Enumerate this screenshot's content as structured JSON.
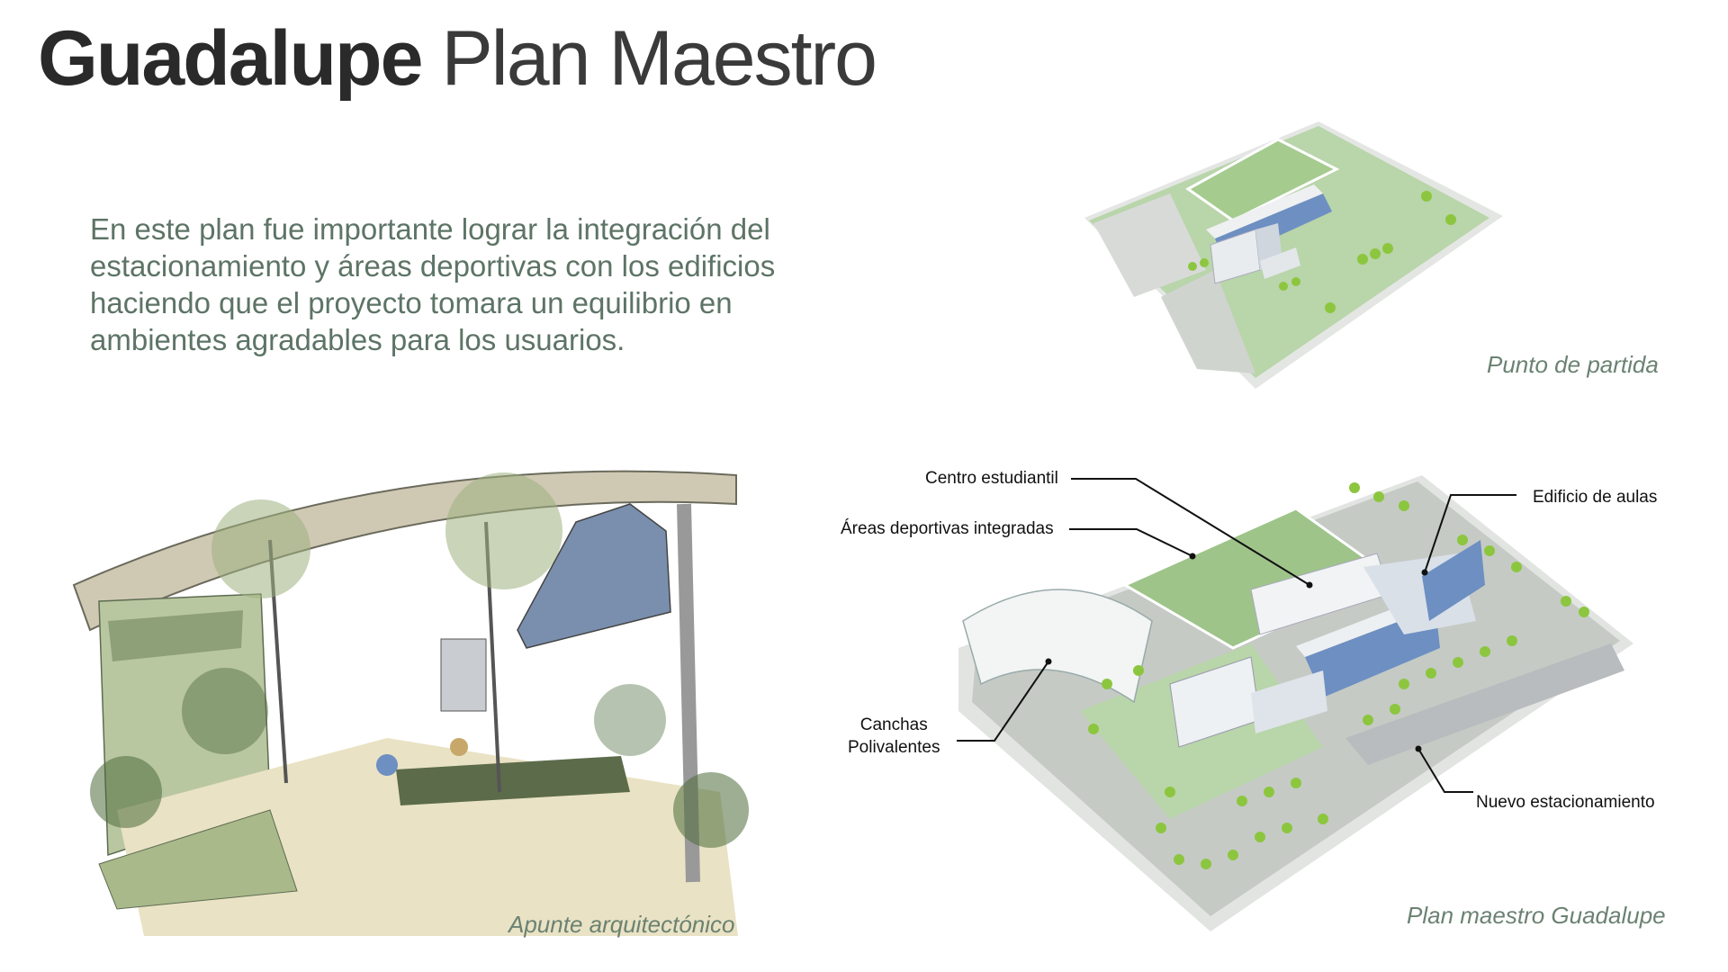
{
  "header": {
    "title_bold": "Guadalupe",
    "title_light": "Plan Maestro"
  },
  "intro_text": "En este plan fue importante lograr la integración del estacionamiento y áreas deportivas con los edificios haciendo que el proyecto tomara un equilibrio en ambientes agradables para los usuarios.",
  "captions": {
    "start": "Punto de partida",
    "sketch": "Apunte arquitectónico",
    "masterplan": "Plan maestro Guadalupe"
  },
  "callouts": {
    "student_center": "Centro estudiantil",
    "sports_areas": "Áreas deportivas integradas",
    "courts_line1": "Canchas",
    "courts_line2": "Polivalentes",
    "classrooms": "Edificio de aulas",
    "parking": "Nuevo estacionamiento"
  },
  "colors": {
    "title": "#2a2a2a",
    "intro": "#5d7466",
    "caption": "#6b8272",
    "lawn": "#b8d4a8",
    "field": "#9ec48a",
    "tree": "#8cc63f",
    "building_blue": "#6d8fc2"
  }
}
